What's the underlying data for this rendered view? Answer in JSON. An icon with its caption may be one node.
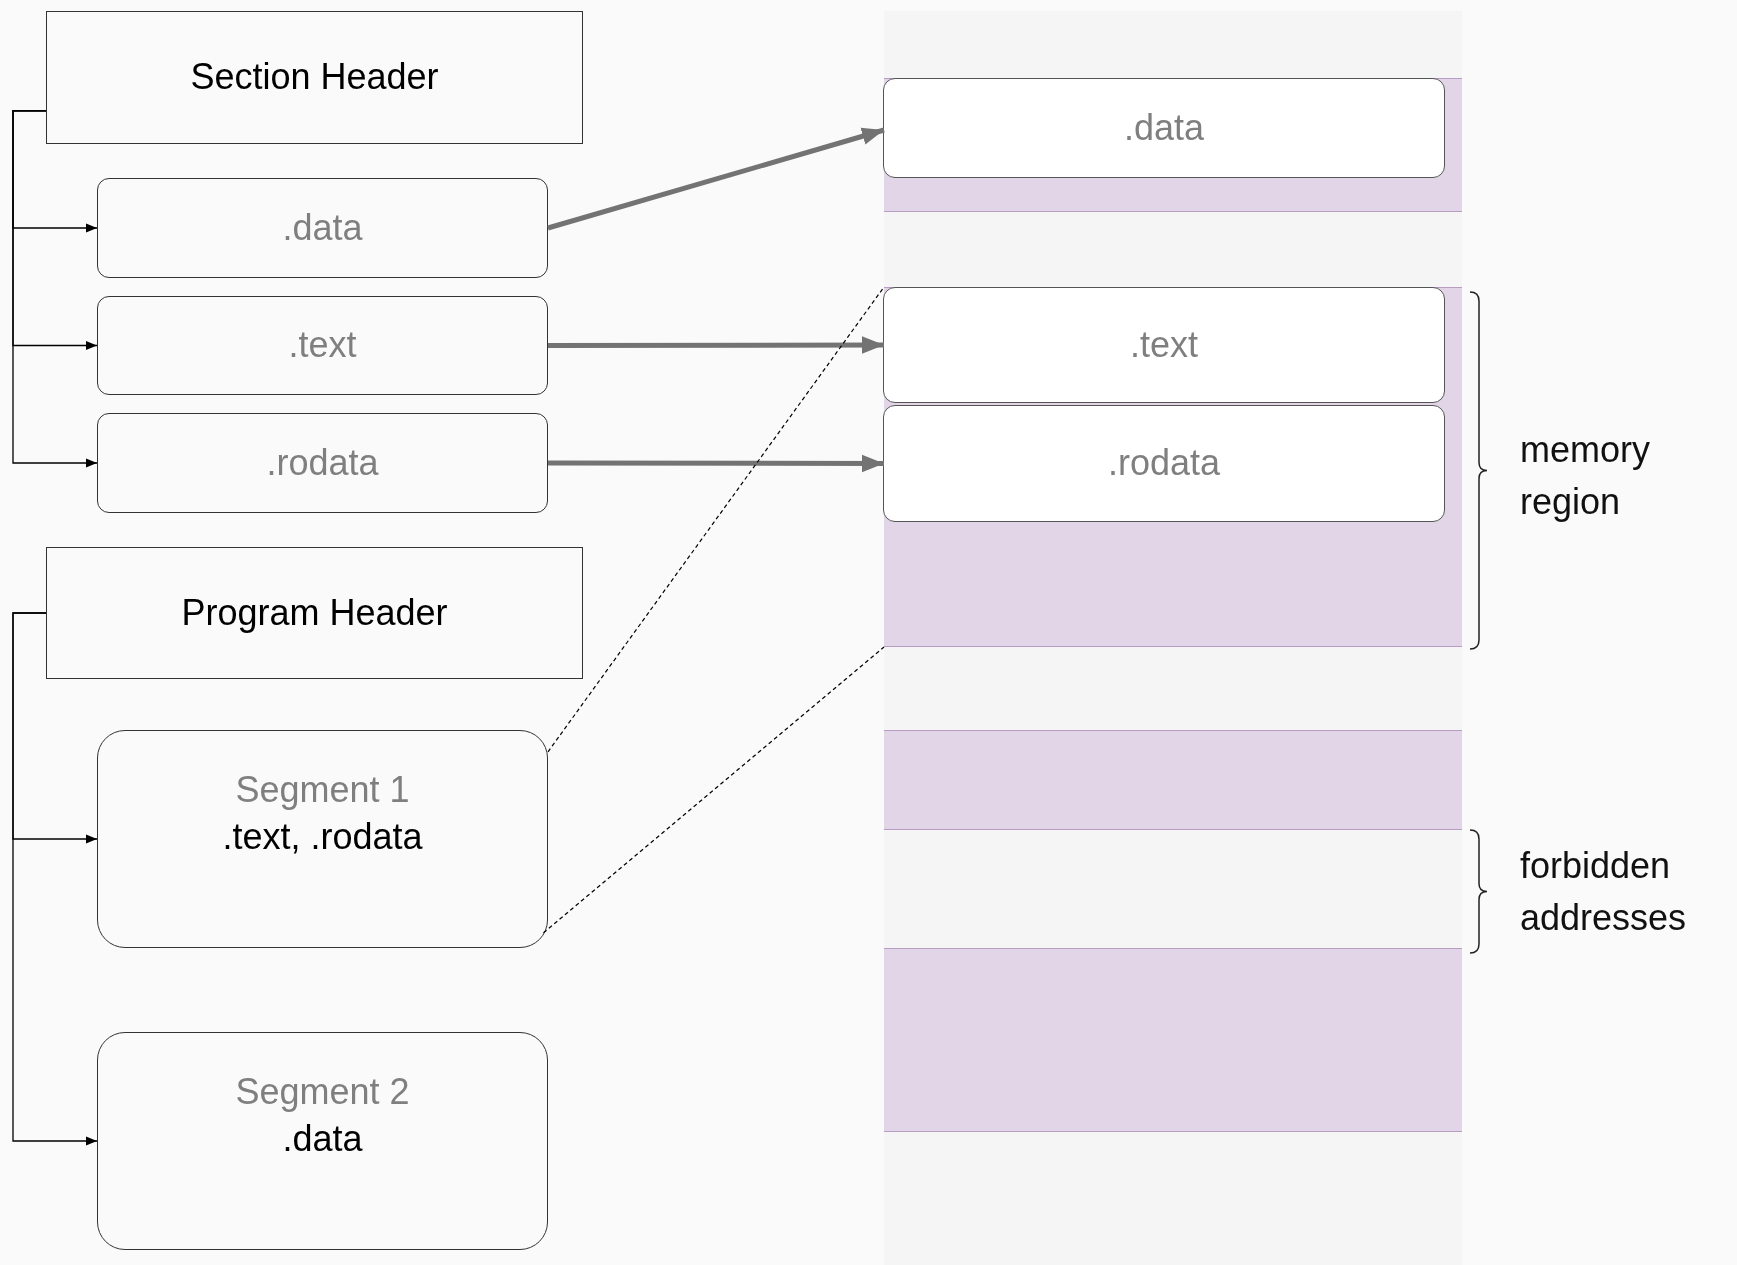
{
  "diagram": {
    "nodes": [
      {
        "text": [
          "Section Header"
        ]
      },
      {
        "text": [
          ".data"
        ]
      },
      {
        "text": [
          ".text"
        ]
      },
      {
        "text": [
          ".rodata"
        ]
      },
      {
        "text": [
          "Program Header"
        ]
      },
      {
        "text": [
          "Segment 1",
          ".text, .rodata"
        ]
      },
      {
        "text": [
          "Segment 2",
          ".data"
        ]
      },
      {
        "text": [],
        "shape": "bar"
      },
      {
        "text": [],
        "shape": "bar",
        "in": 7
      },
      {
        "text": [],
        "shape": "bar",
        "in": 7
      },
      {
        "text": [
          ".data"
        ],
        "in": 9
      },
      {
        "text": [],
        "shape": "bar",
        "in": 7
      },
      {
        "text": [],
        "shape": "bar",
        "in": 7
      },
      {
        "text": [
          ".text"
        ],
        "in": 12
      },
      {
        "text": [
          ".rodata"
        ],
        "in": 12
      },
      {
        "text": [],
        "shape": "bar",
        "in": 7
      },
      {
        "text": [],
        "shape": "bar",
        "in": 7
      },
      {
        "text": [],
        "shape": "bar",
        "in": 7
      },
      {
        "text": [],
        "shape": "bar",
        "in": 7
      },
      {
        "text": [],
        "shape": "bar",
        "in": 7
      }
    ],
    "edges": [
      {
        "from": 0,
        "to": 1,
        "arrow": "to"
      },
      {
        "from": 0,
        "to": 2,
        "arrow": "to"
      },
      {
        "from": 0,
        "to": 3,
        "arrow": "to"
      },
      {
        "from": 4,
        "to": 5,
        "arrow": "to"
      },
      {
        "from": 4,
        "to": 6,
        "arrow": "to"
      },
      {
        "from": 1,
        "to": 10,
        "arrow": "to",
        "style": "thick",
        "color": "#737373"
      },
      {
        "from": 2,
        "to": 13,
        "arrow": "to",
        "style": "thick",
        "color": "#737373"
      },
      {
        "from": 3,
        "to": 14,
        "arrow": "to",
        "style": "thick",
        "color": "#737373"
      },
      {
        "from": 5,
        "to": 12,
        "arrow": "none",
        "style": "dashed"
      },
      {
        "from": 5,
        "to": 12,
        "arrow": "none",
        "style": "dashed"
      }
    ],
    "labels": [
      "memory region",
      "forbidden addresses"
    ]
  }
}
